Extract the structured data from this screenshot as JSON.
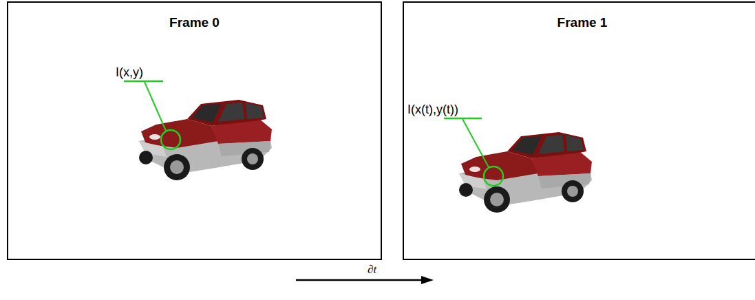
{
  "diagram": {
    "nodes": [
      {
        "text": [
          "Frame 0"
        ]
      },
      {
        "text": [
          "Frame 1"
        ]
      }
    ],
    "labels": [
      "I(x,y)",
      "I(x(t),y(t))",
      "∂t"
    ]
  }
}
